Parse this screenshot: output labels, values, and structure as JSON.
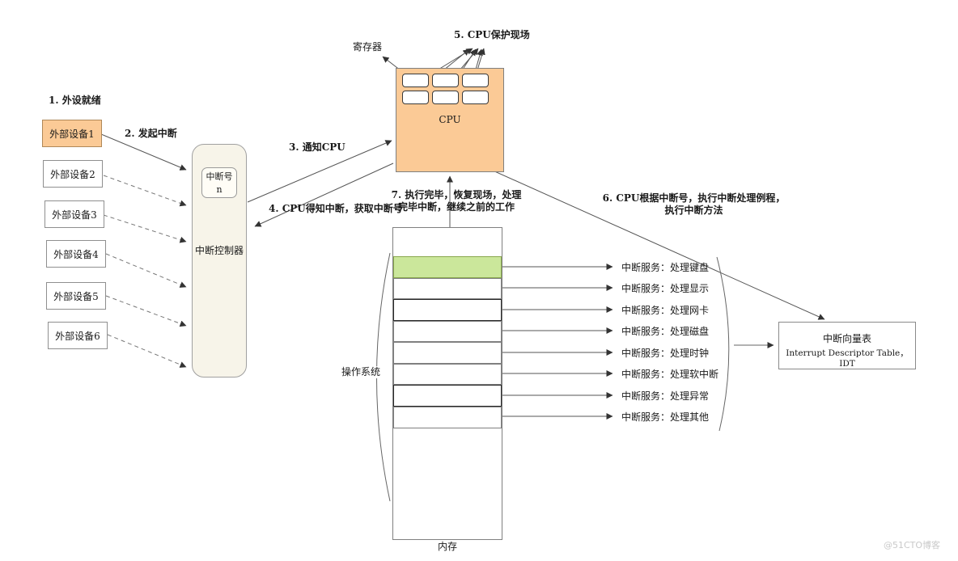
{
  "colors": {
    "cpu_fill": "#FBCA96",
    "device1_fill": "#FBCA96",
    "controller_fill": "#F7F4E9",
    "highlight_row_fill": "#CBE79B",
    "line_color": "#555555",
    "watermark_color": "#c9c9c9"
  },
  "steps": {
    "s1": "1. 外设就绪",
    "s2": "2. 发起中断",
    "s3": "3. 通知CPU",
    "s4": "4. CPU得知中断，获取中断号",
    "s5": "5. CPU保护现场",
    "s6_line1": "6. CPU根据中断号，执行中断处理例程，",
    "s6_line2": "执行中断方法",
    "s7_line1": "7. 执行完毕，恢复现场，处理",
    "s7_line2": "完毕中断，继续之前的工作"
  },
  "devices": [
    "外部设备1",
    "外部设备2",
    "外部设备3",
    "外部设备4",
    "外部设备5",
    "外部设备6"
  ],
  "controller": {
    "label": "中断控制器",
    "interrupt_number_title": "中断号",
    "interrupt_number_value": "n"
  },
  "cpu": {
    "label": "CPU",
    "register_label": "寄存器"
  },
  "memory": {
    "label": "内存",
    "os_label": "操作系统",
    "services": [
      "中断服务：处理键盘",
      "中断服务：处理显示",
      "中断服务：处理网卡",
      "中断服务：处理磁盘",
      "中断服务：处理时钟",
      "中断服务：处理软中断",
      "中断服务：处理异常",
      "中断服务：处理其他"
    ]
  },
  "idt": {
    "title": "中断向量表",
    "subtitle": "Interrupt Descriptor Table，IDT"
  },
  "watermark": "@51CTO博客"
}
